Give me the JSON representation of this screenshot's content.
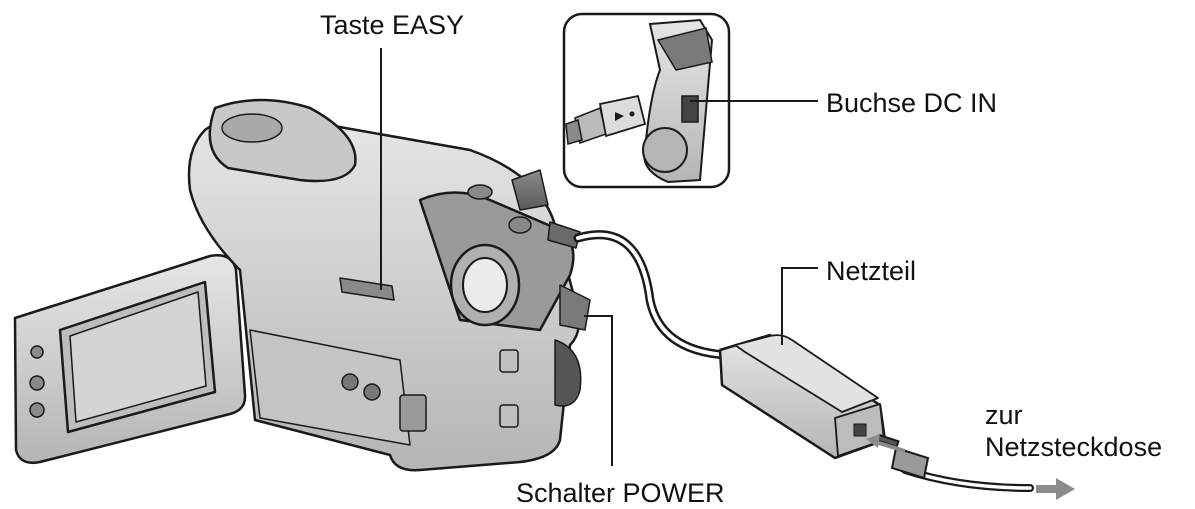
{
  "labels": {
    "easy_button": "Taste EASY",
    "dc_in_jack": "Buchse DC IN",
    "ac_adaptor": "Netzteil",
    "to_outlet_line1": "zur",
    "to_outlet_line2": "Netzsteckdose",
    "power_switch": "Schalter POWER"
  },
  "colors": {
    "line": "#1a1a1a",
    "body_fill": "#d9d9d9",
    "body_dark": "#9a9a9a",
    "arrow": "#8c8c8c"
  },
  "icons": [
    "camcorder-illustration",
    "dc-plug-icon",
    "ac-adaptor-illustration",
    "wall-plug-icon",
    "arrow-right-icon"
  ]
}
